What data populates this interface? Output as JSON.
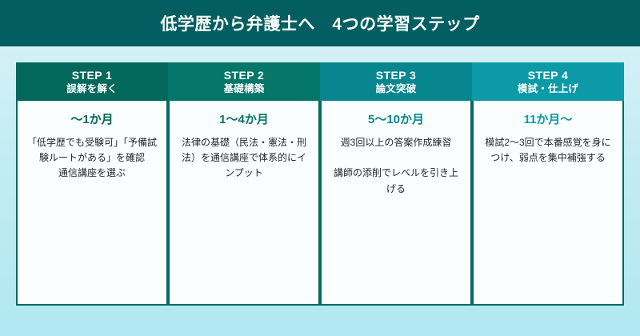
{
  "header": {
    "title": "低学歴から弁護士へ　4つの学習ステップ",
    "background_color": "#025e60",
    "text_color": "#ffffff"
  },
  "page": {
    "background_top_color": "#dcf3f8",
    "background_bottom_color": "#b2e7f1",
    "card_background_color": "#fbfeff",
    "card_border_color": "#046a60",
    "body_text_color": "#262626",
    "connector_color": "#0a6f68"
  },
  "steps": [
    {
      "label": "STEP 1",
      "subtitle": "誤解を解く",
      "duration": "〜1か月",
      "description": "「低学歴でも受験可」「予備試験ルートがある」を確認\n通信講座を選ぶ",
      "header_color": "#01685b",
      "accent_color": "#01685b",
      "has_connector": true
    },
    {
      "label": "STEP 2",
      "subtitle": "基礎構築",
      "duration": "1〜4か月",
      "description": "法律の基礎（民法・憲法・刑法）を通信講座で体系的にインプット",
      "header_color": "#04766a",
      "accent_color": "#04766a",
      "has_connector": true
    },
    {
      "label": "STEP 3",
      "subtitle": "論文突破",
      "duration": "5〜10か月",
      "description": "週3回以上の答案作成練習\n\n講師の添削でレベルを引き上げる",
      "header_color": "#07868f",
      "accent_color": "#07868f",
      "has_connector": true
    },
    {
      "label": "STEP 4",
      "subtitle": "模試・仕上げ",
      "duration": "11か月〜",
      "description": "模試2〜3回で本番感覚を身につけ、弱点を集中補強する",
      "header_color": "#0c9aa8",
      "accent_color": "#0c9aa8",
      "has_connector": false
    }
  ]
}
